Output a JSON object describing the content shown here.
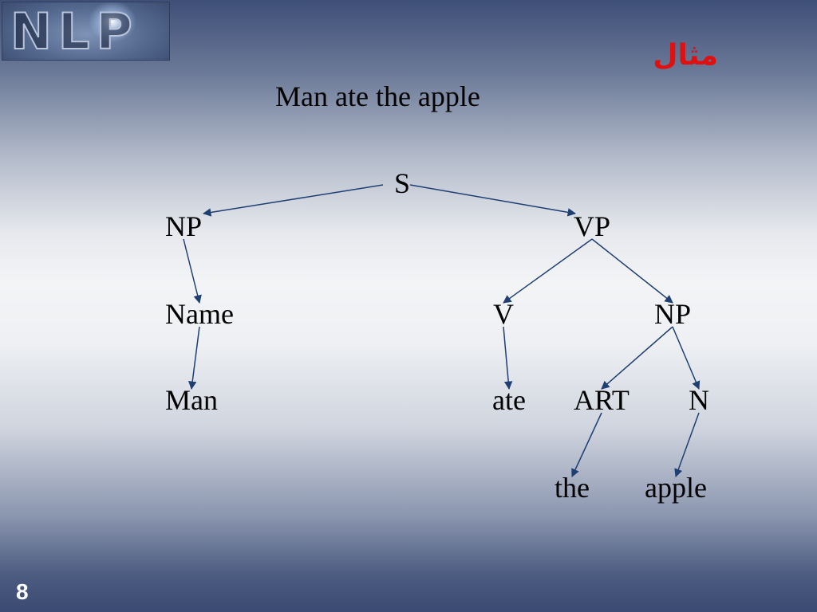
{
  "logo": {
    "text": "NLP"
  },
  "title": "مثال",
  "sentence": "Man ate the apple",
  "tree": {
    "nodes": [
      {
        "id": "s",
        "label": "S"
      },
      {
        "id": "np1",
        "label": "NP"
      },
      {
        "id": "vp",
        "label": "VP"
      },
      {
        "id": "name",
        "label": "Name"
      },
      {
        "id": "v",
        "label": "V"
      },
      {
        "id": "np2",
        "label": "NP"
      },
      {
        "id": "man",
        "label": "Man"
      },
      {
        "id": "ate",
        "label": "ate"
      },
      {
        "id": "art",
        "label": "ART"
      },
      {
        "id": "n",
        "label": "N"
      },
      {
        "id": "the",
        "label": "the"
      },
      {
        "id": "apple",
        "label": "apple"
      }
    ],
    "edges": [
      [
        "s",
        "np1"
      ],
      [
        "s",
        "vp"
      ],
      [
        "np1",
        "name"
      ],
      [
        "name",
        "man"
      ],
      [
        "vp",
        "v"
      ],
      [
        "vp",
        "np2"
      ],
      [
        "v",
        "ate"
      ],
      [
        "np2",
        "art"
      ],
      [
        "np2",
        "n"
      ],
      [
        "art",
        "the"
      ],
      [
        "n",
        "apple"
      ]
    ]
  },
  "colors": {
    "edge": "#1f3f73",
    "title": "#e01010"
  },
  "slide_number": "8"
}
